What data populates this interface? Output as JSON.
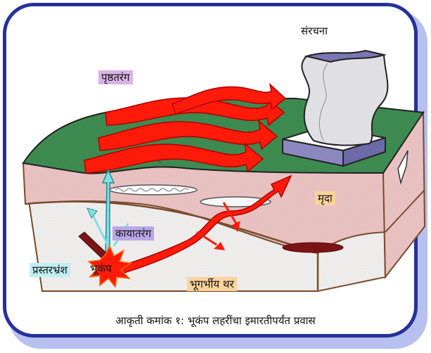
{
  "labels": {
    "structure": "संरचना",
    "surface_waves": "पृष्ठतरंग",
    "soil": "मृदा",
    "body_waves": "कायातरंग",
    "fault": "प्रस्तरभ्रंश",
    "earthquake": "भूकंप",
    "geological_layer": "भूगर्भीय थर"
  },
  "caption": "आकृती कमांक १: भूकंप लहरींचा इमारतीपर्यंत प्रवास",
  "colors": {
    "frame_border": "#26309c",
    "frame_shadow": "#b7c0ee",
    "surface_green": "#3b8a4e",
    "soil_pink": "#ecc6c6",
    "bedrock": "#f1f0ef",
    "wave_red": "#ff1a0a",
    "body_wave_cyan": "#7fe0e6",
    "structure_fill": "#d8d8dc",
    "structure_base": "#7a77b3",
    "label_surface_bg": "#d9b3e8",
    "label_soil_bg": "#fbd39c",
    "label_body_bg": "#b9a7e6",
    "label_fault_bg": "#bfeef3",
    "label_geo_bg": "#fbd39c"
  }
}
